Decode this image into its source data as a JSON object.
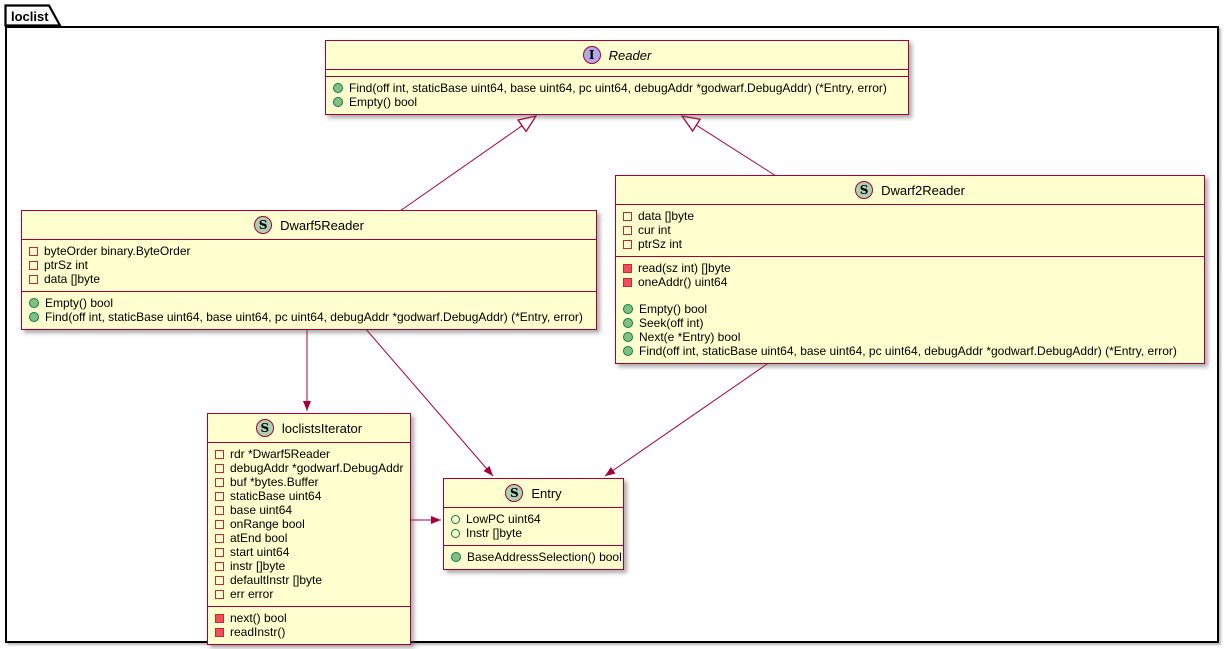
{
  "frame": {
    "title": "loclist"
  },
  "colors": {
    "box_fill": "#FEFECE",
    "box_border": "#A80036",
    "edge": "#A80036",
    "frame_border": "#000000",
    "interface_badge": "#B4A7E5",
    "struct_badge": "#ADD1B2",
    "public_green": "#038048",
    "public_green_fill": "#84BE84",
    "private_red": "#C82930",
    "private_red_fill": "#F24D5C"
  },
  "classes": {
    "reader": {
      "badge": "I",
      "name": "Reader",
      "kind": "interface",
      "fields": [],
      "methods": [
        {
          "visibility": "public",
          "text": "Find(off int, staticBase uint64, base uint64, pc uint64, debugAddr *godwarf.DebugAddr) (*Entry, error)"
        },
        {
          "visibility": "public",
          "text": "Empty() bool"
        }
      ]
    },
    "dwarf5reader": {
      "badge": "S",
      "name": "Dwarf5Reader",
      "kind": "struct",
      "fields": [
        {
          "visibility": "private",
          "text": "byteOrder binary.ByteOrder"
        },
        {
          "visibility": "private",
          "text": "ptrSz int"
        },
        {
          "visibility": "private",
          "text": "data []byte"
        }
      ],
      "methods": [
        {
          "visibility": "public",
          "text": "Empty() bool"
        },
        {
          "visibility": "public",
          "text": "Find(off int, staticBase uint64, base uint64, pc uint64, debugAddr *godwarf.DebugAddr) (*Entry, error)"
        }
      ]
    },
    "dwarf2reader": {
      "badge": "S",
      "name": "Dwarf2Reader",
      "kind": "struct",
      "fields": [
        {
          "visibility": "private",
          "text": "data []byte"
        },
        {
          "visibility": "private",
          "text": "cur int"
        },
        {
          "visibility": "private",
          "text": "ptrSz int"
        }
      ],
      "methods": [
        {
          "visibility": "private",
          "text": "read(sz int) []byte"
        },
        {
          "visibility": "private",
          "text": "oneAddr() uint64"
        },
        {
          "visibility": "public",
          "text": "Empty() bool"
        },
        {
          "visibility": "public",
          "text": "Seek(off int)"
        },
        {
          "visibility": "public",
          "text": "Next(e *Entry) bool"
        },
        {
          "visibility": "public",
          "text": "Find(off int, staticBase uint64, base uint64, pc uint64, debugAddr *godwarf.DebugAddr) (*Entry, error)"
        }
      ]
    },
    "loclistsiterator": {
      "badge": "S",
      "name": "loclistsIterator",
      "kind": "struct",
      "fields": [
        {
          "visibility": "private",
          "text": "rdr *Dwarf5Reader"
        },
        {
          "visibility": "private",
          "text": "debugAddr *godwarf.DebugAddr"
        },
        {
          "visibility": "private",
          "text": "buf *bytes.Buffer"
        },
        {
          "visibility": "private",
          "text": "staticBase uint64"
        },
        {
          "visibility": "private",
          "text": "base uint64"
        },
        {
          "visibility": "private",
          "text": "onRange bool"
        },
        {
          "visibility": "private",
          "text": "atEnd bool"
        },
        {
          "visibility": "private",
          "text": "start uint64"
        },
        {
          "visibility": "private",
          "text": "instr []byte"
        },
        {
          "visibility": "private",
          "text": "defaultInstr []byte"
        },
        {
          "visibility": "private",
          "text": "err error"
        }
      ],
      "methods": [
        {
          "visibility": "private",
          "text": "next() bool"
        },
        {
          "visibility": "private",
          "text": "readInstr()"
        }
      ]
    },
    "entry": {
      "badge": "S",
      "name": "Entry",
      "kind": "struct",
      "fields": [
        {
          "visibility": "public",
          "text": "LowPC uint64"
        },
        {
          "visibility": "public",
          "text": "Instr []byte"
        }
      ],
      "methods": [
        {
          "visibility": "public",
          "text": "BaseAddressSelection() bool"
        }
      ]
    }
  },
  "relationships": [
    {
      "from": "Dwarf5Reader",
      "to": "Reader",
      "type": "implements"
    },
    {
      "from": "Dwarf2Reader",
      "to": "Reader",
      "type": "implements"
    },
    {
      "from": "Dwarf5Reader",
      "to": "loclistsIterator",
      "type": "uses"
    },
    {
      "from": "Dwarf5Reader",
      "to": "Entry",
      "type": "uses"
    },
    {
      "from": "Dwarf2Reader",
      "to": "Entry",
      "type": "uses"
    },
    {
      "from": "loclistsIterator",
      "to": "Entry",
      "type": "uses"
    }
  ]
}
